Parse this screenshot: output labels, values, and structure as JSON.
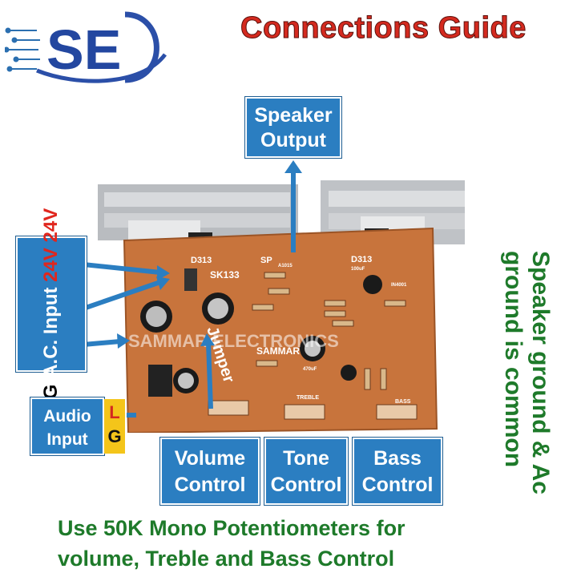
{
  "title": "Connections Guide",
  "logo_letters": "SE",
  "speaker_output": {
    "line1": "Speaker",
    "line2": "Output"
  },
  "ac_input": {
    "label": "A.C. Input",
    "v1": "24V",
    "v2": "24V",
    "ground": "G"
  },
  "audio_input": {
    "line1": "Audio",
    "line2": "Input",
    "l": "L",
    "g": "G"
  },
  "controls": [
    {
      "line1": "Volume",
      "line2": "Control"
    },
    {
      "line1": "Tone",
      "line2": "Control"
    },
    {
      "line1": "Bass",
      "line2": "Control"
    }
  ],
  "side_note": {
    "line1": "Speaker ground & Ac",
    "line2": "ground is common"
  },
  "bottom_note": {
    "line1": "Use 50K Mono Potentiometers for",
    "line2": "volume, Treble and Bass Control"
  },
  "board_labels": {
    "watermark": "SAMMAR ELECTRONICS",
    "jumper": "Jumper",
    "brand": "SAMMAR",
    "model": "SK133",
    "sp": "SP",
    "d313_left": "D313",
    "d313_right": "D313",
    "treble": "TREBLE",
    "bass": "BASS",
    "a1015": "A1015",
    "in4001": "IN4001",
    "cap_470": "470uF",
    "cap_100": "100uF"
  },
  "colors": {
    "title_red": "#d42a1f",
    "box_blue": "#2b7ec1",
    "note_green": "#1e7a2a",
    "pcb_orange": "#c8743c"
  }
}
